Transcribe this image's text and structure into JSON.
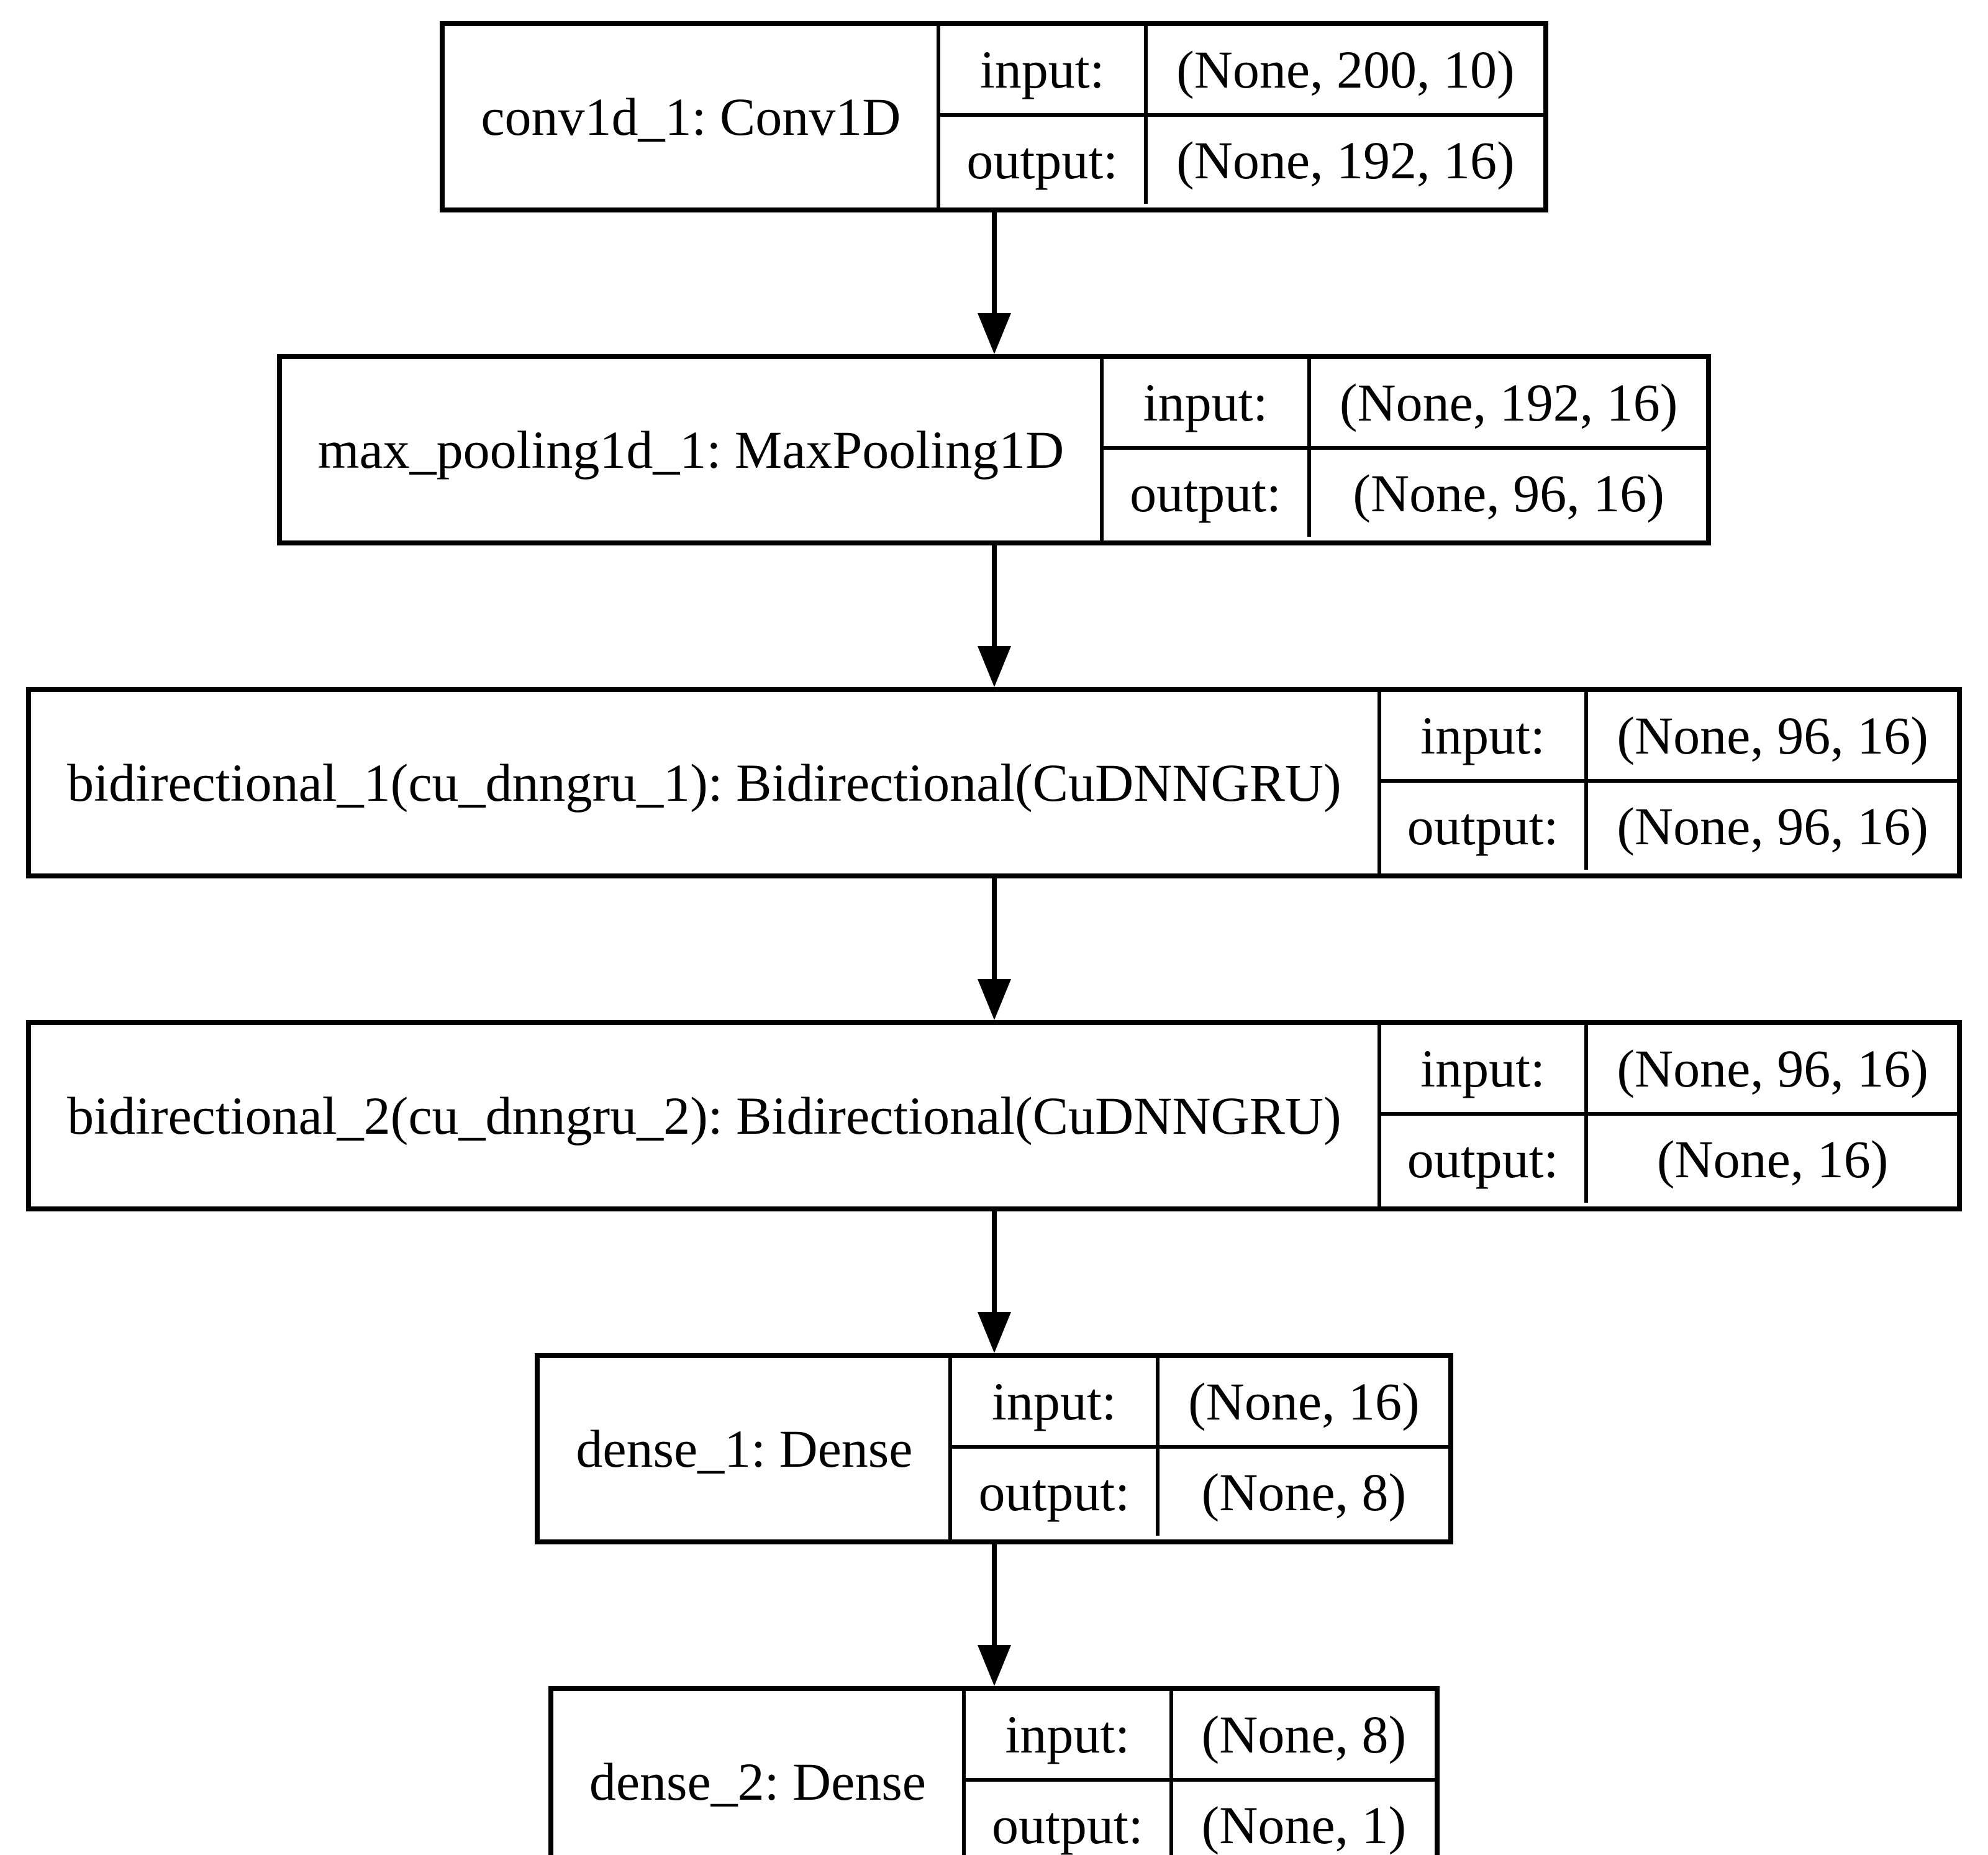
{
  "diagram": {
    "type": "keras-model-plot",
    "colors": {
      "background": "#ffffff",
      "border": "#000000",
      "text": "#000000",
      "arrow": "#000000"
    },
    "nodes": [
      {
        "title": "conv1d_1: Conv1D",
        "input_label": "input:",
        "output_label": "output:",
        "input_shape": "(None, 200, 10)",
        "output_shape": "(None, 192, 16)"
      },
      {
        "title": "max_pooling1d_1: MaxPooling1D",
        "input_label": "input:",
        "output_label": "output:",
        "input_shape": "(None, 192, 16)",
        "output_shape": "(None, 96, 16)"
      },
      {
        "title": "bidirectional_1(cu_dnngru_1): Bidirectional(CuDNNGRU)",
        "input_label": "input:",
        "output_label": "output:",
        "input_shape": "(None, 96, 16)",
        "output_shape": "(None, 96, 16)"
      },
      {
        "title": "bidirectional_2(cu_dnngru_2): Bidirectional(CuDNNGRU)",
        "input_label": "input:",
        "output_label": "output:",
        "input_shape": "(None, 96, 16)",
        "output_shape": "(None, 16)"
      },
      {
        "title": "dense_1: Dense",
        "input_label": "input:",
        "output_label": "output:",
        "input_shape": "(None, 16)",
        "output_shape": "(None, 8)"
      },
      {
        "title": "dense_2: Dense",
        "input_label": "input:",
        "output_label": "output:",
        "input_shape": "(None, 8)",
        "output_shape": "(None, 1)"
      }
    ]
  }
}
